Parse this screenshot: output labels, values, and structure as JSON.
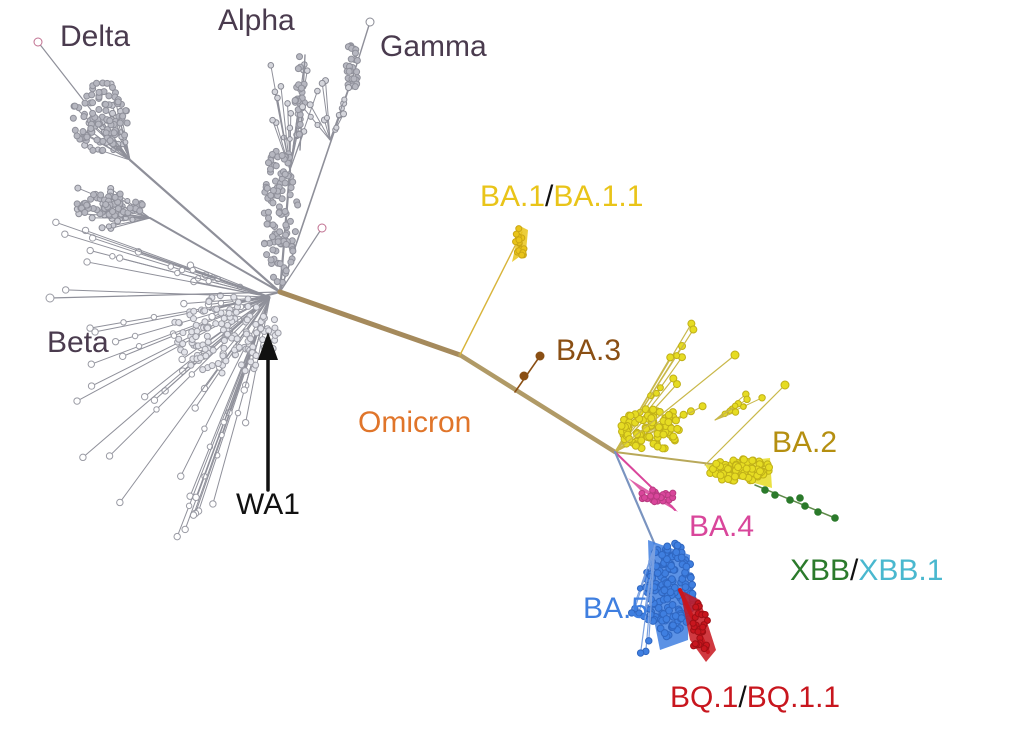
{
  "labels": {
    "delta": "Delta",
    "alpha": "Alpha",
    "gamma": "Gamma",
    "beta": "Beta",
    "wa1": "WA1",
    "omicron": "Omicron",
    "ba1": "BA.1",
    "ba1_sep": "/",
    "ba11": "BA.1.1",
    "ba3": "BA.3",
    "ba2": "BA.2",
    "ba4": "BA.4",
    "ba5": "BA.5",
    "xbb": "XBB",
    "xbb_sep": "/",
    "xbb1": "XBB.1",
    "bq1": "BQ.1",
    "bq1_sep": "/",
    "bq11": "BQ.1.1"
  },
  "colors": {
    "ancestral_gray": "#8f909a",
    "ancestral_label": "#4a3b4e",
    "omicron_trunk": "#a58a5c",
    "omicron_label": "#e0752a",
    "ba1_yellow": "#e9c419",
    "ba3_brown": "#8a4f14",
    "ba2_yellow": "#e6dc22",
    "ba2_label": "#b58f10",
    "ba4_pink": "#d9469b",
    "ba5_blue": "#3f7fe0",
    "bq1_red": "#c8161e",
    "xbb_green": "#2b7a2b",
    "xbb1_cyan": "#4ab8cf",
    "wa1_black": "#111111"
  }
}
